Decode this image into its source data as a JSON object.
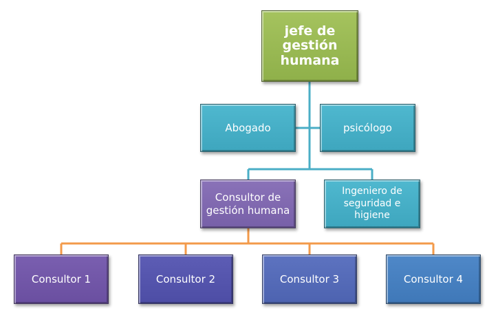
{
  "nodes": {
    "jefe": "jefe de gestión humana",
    "abogado": "Abogado",
    "psicologo": "psicólogo",
    "consultor_gestion": "Consultor de gestión humana",
    "ingeniero": "Ingeniero de seguridad e higiene",
    "consultores": [
      "Consultor 1",
      "Consultor 2",
      "Consultor 3",
      "Consultor 4"
    ]
  },
  "colors": {
    "connector_teal": "#4aaec6",
    "connector_orange": "#f39a4a"
  }
}
